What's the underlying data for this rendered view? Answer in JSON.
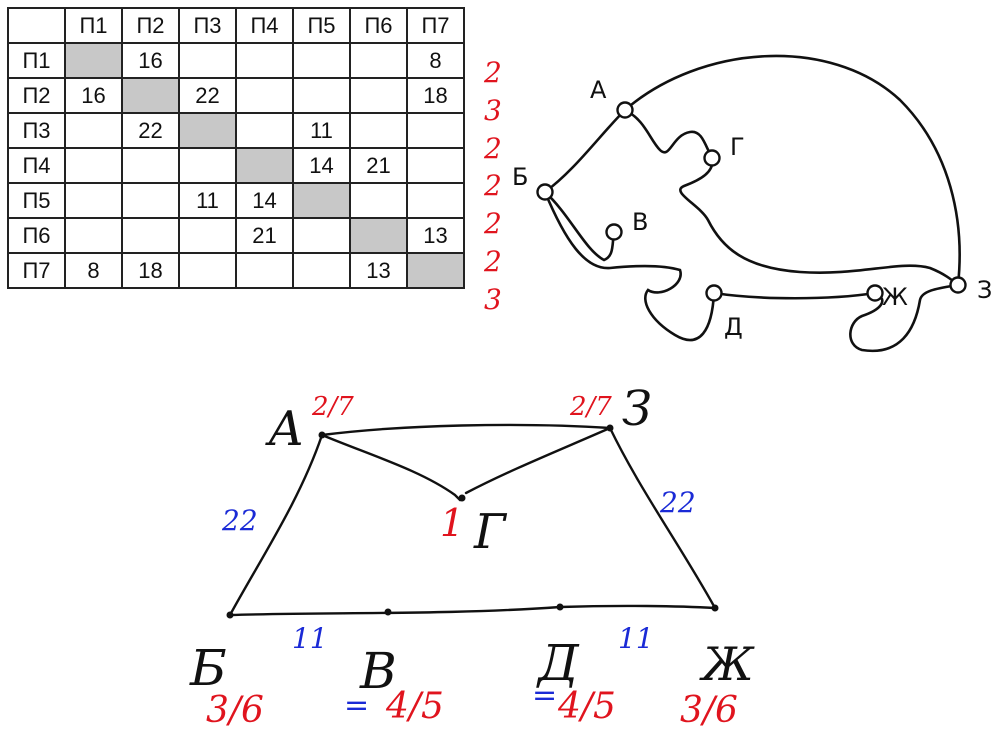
{
  "table": {
    "col_headers": [
      "",
      "П1",
      "П2",
      "П3",
      "П4",
      "П5",
      "П6",
      "П7"
    ],
    "rows": [
      {
        "label": "П1",
        "cells": [
          "",
          "16",
          "",
          "",
          "",
          "",
          "8"
        ],
        "degree": "2"
      },
      {
        "label": "П2",
        "cells": [
          "16",
          "",
          "22",
          "",
          "",
          "",
          "18"
        ],
        "degree": "3"
      },
      {
        "label": "П3",
        "cells": [
          "",
          "22",
          "",
          "",
          "11",
          "",
          ""
        ],
        "degree": "2"
      },
      {
        "label": "П4",
        "cells": [
          "",
          "",
          "",
          "",
          "14",
          "21",
          ""
        ],
        "degree": "2"
      },
      {
        "label": "П5",
        "cells": [
          "",
          "",
          "11",
          "14",
          "",
          "",
          ""
        ],
        "degree": "2"
      },
      {
        "label": "П6",
        "cells": [
          "",
          "",
          "",
          "21",
          "",
          "",
          "13"
        ],
        "degree": "2"
      },
      {
        "label": "П7",
        "cells": [
          "8",
          "18",
          "",
          "",
          "",
          "13",
          ""
        ],
        "degree": "3"
      }
    ]
  },
  "graph": {
    "vertices": {
      "a": "А",
      "b": "Б",
      "v": "В",
      "g": "Г",
      "d": "Д",
      "zh": "Ж",
      "z": "З"
    }
  },
  "sketch": {
    "vertices": {
      "a": "А",
      "z": "З",
      "g": "Г",
      "b": "Б",
      "v": "В",
      "d": "Д",
      "zh": "Ж"
    },
    "annotations": {
      "a_mark": "2/7",
      "z_mark": "2/7",
      "g_mark": "1",
      "b_mark": "3/6",
      "v_mark": "4/5",
      "d_mark": "4/5",
      "zh_mark": "3/6",
      "v_eq": "=",
      "d_eq": "=",
      "ab_weight": "22",
      "zzh_weight": "22",
      "bv_weight": "11",
      "dzh_weight": "11"
    }
  },
  "colors": {
    "red": "#e0141e",
    "blue": "#1a2ad6",
    "grid_gray": "#c8c8c8",
    "ink": "#111111"
  }
}
